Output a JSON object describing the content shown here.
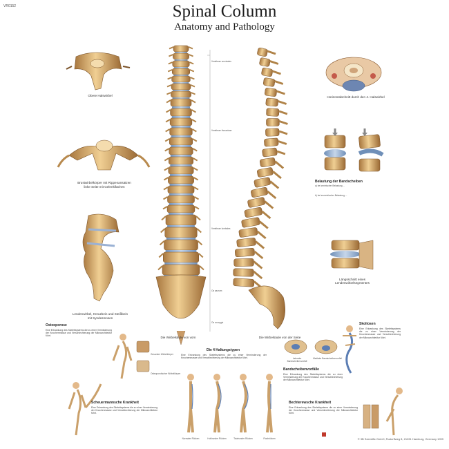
{
  "poster": {
    "code": "VR0152",
    "title": "Spinal Column",
    "subtitle": "Anatomy and Pathology",
    "publisher": "© 3B Scientific GmbH, Rudorffweg 8, 21031 Hamburg, Germany 1999"
  },
  "captions": {
    "cervical_vertebra": "Obere Halswirbel",
    "thoracic_vertebra": "Brustwirbelkörper mit Rippenansätzen",
    "thoracic_vertebra_sub": "linke Seite mit Gelenkflächen",
    "lumbar_sacrum": "Lendenwirbel, Kreuzbein und Steißbein",
    "lumbar_sacrum_sub": "mit Syndesmosen",
    "front_view": "Die Wirbelsäule von vorn",
    "side_view": "Die Wirbelsäule von der Seite",
    "cross_section": "Horizontalschnitt durch den 4. Halswirbel",
    "disc_load": "Belastung der Bandscheiben",
    "disc_load_a": "a) bei zentrischer Belastung ...",
    "disc_load_b": "b) bei exzentrischer Belastung ...",
    "long_section": "Längsschnitt eines Lendenwirbelsegmentes",
    "osteoporosis": "Osteoporose",
    "osteoporosis_a": "Gesunder Wirbelkörper",
    "osteoporosis_b": "Osteoporotischer Wirbelkörper",
    "posture": "Die 4 Haltungstypen",
    "posture_types": [
      "Normaler Rücken",
      "Hohlrunder Rücken",
      "Totalrunder Rücken",
      "Flachrücken"
    ],
    "scheuermann": "Scheuermannsche Krankheit",
    "disc_prolapse": "Bandscheibenvorfälle",
    "disc_prolapse_a": "Lateraler Bandscheibenvorfall",
    "disc_prolapse_b": "Medialer Bandscheibenvorfall",
    "scoliosis": "Skoliosen",
    "bechterew": "Bechterewsche Krankheit"
  },
  "region_labels": [
    "Vertebrae cervicales",
    "Vertebrae thoracicae",
    "Vertebrae lumbales",
    "Os sacrum",
    "Os coccygis"
  ],
  "paragraph": "Eine Erkrankung des Skelettsystems die zu einer Verminderung der Knochenmasse und Verschlechterung der Mikroarchitektur führt."
}
